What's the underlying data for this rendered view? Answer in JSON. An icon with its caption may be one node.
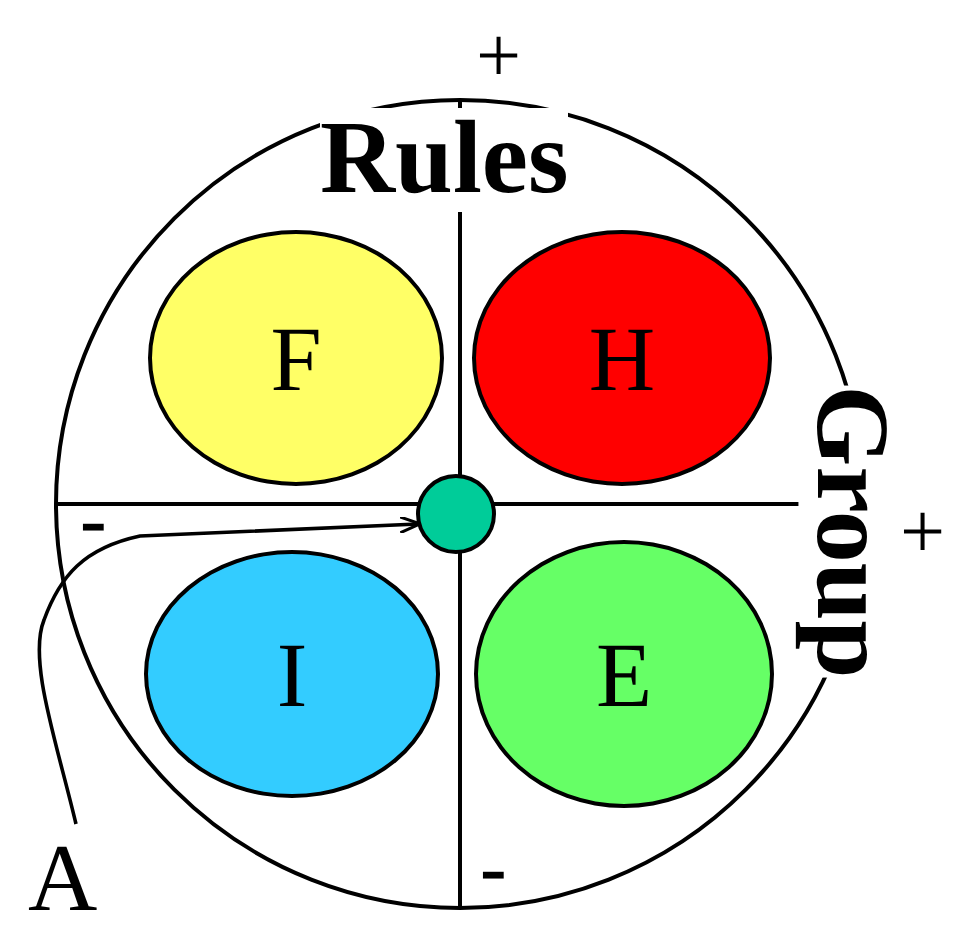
{
  "diagram": {
    "nodes": [
      {
        "text": [
          "F"
        ]
      },
      {
        "text": [
          "H"
        ]
      },
      {
        "text": [
          "I"
        ]
      },
      {
        "text": [
          "E"
        ]
      },
      {
        "text": [],
        "shape": "circle"
      },
      {
        "text": [
          "A"
        ]
      }
    ],
    "edges": [
      {
        "from": 5,
        "to": 4,
        "arrow": "to"
      }
    ],
    "labels": [
      "+",
      "Rules",
      "Group",
      "+",
      "-",
      "-"
    ]
  }
}
